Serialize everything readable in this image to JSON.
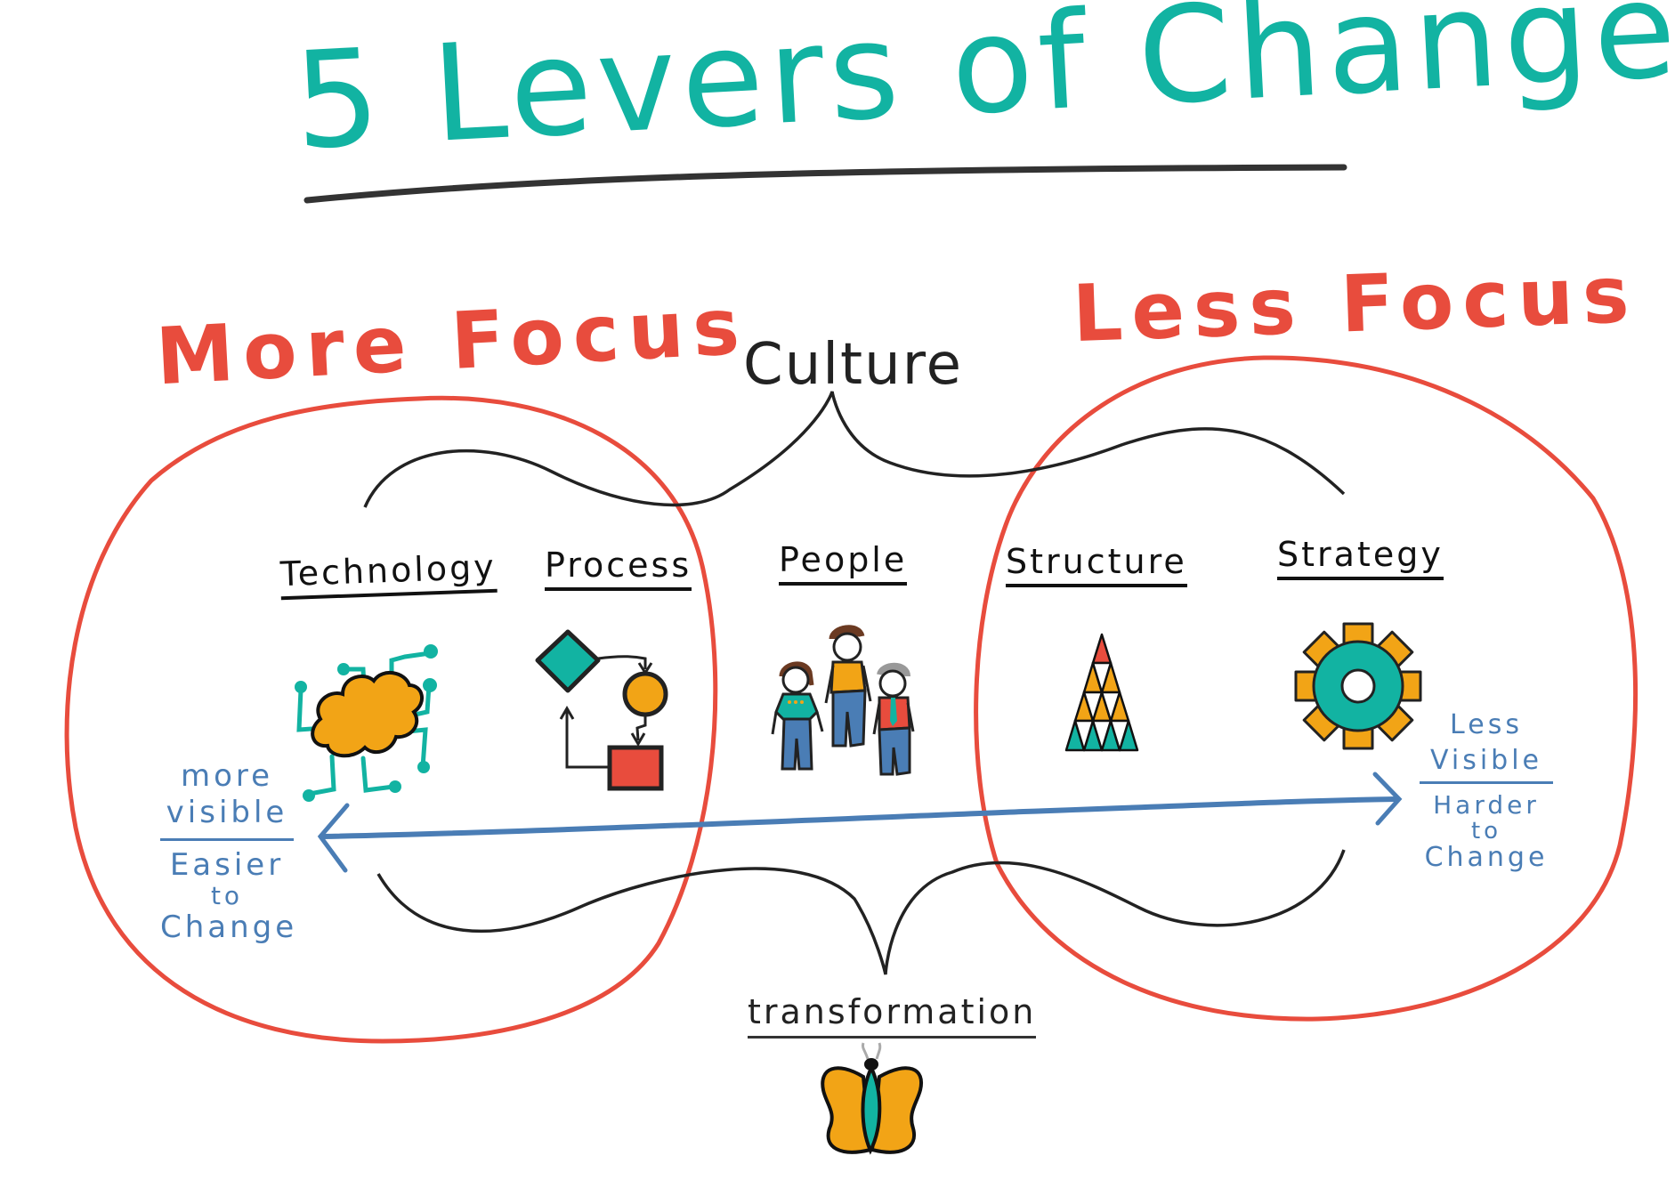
{
  "title": "5 Levers of Change",
  "focus": {
    "more": "More Focus",
    "less": "Less Focus"
  },
  "culture": "Culture",
  "levers": [
    {
      "label": "Technology",
      "icon": "cloud-circuit-icon"
    },
    {
      "label": "Process",
      "icon": "process-flow-icon"
    },
    {
      "label": "People",
      "icon": "people-icon"
    },
    {
      "label": "Structure",
      "icon": "pyramid-icon"
    },
    {
      "label": "Strategy",
      "icon": "gear-icon"
    }
  ],
  "visibility": {
    "left": {
      "top": "more visible",
      "bottom_line1": "Easier",
      "bottom_line2": "to",
      "bottom_line3": "Change"
    },
    "right": {
      "top_line1": "Less",
      "top_line2": "Visible",
      "bottom_line1": "Harder",
      "bottom_line2": "to",
      "bottom_line3": "Change"
    }
  },
  "transformation": {
    "label": "transformation",
    "icon": "butterfly-icon"
  },
  "colors": {
    "teal": "#12B3A2",
    "orange": "#F2A416",
    "red": "#E84C3D",
    "blue": "#4A7DB5",
    "ink": "#222222"
  }
}
